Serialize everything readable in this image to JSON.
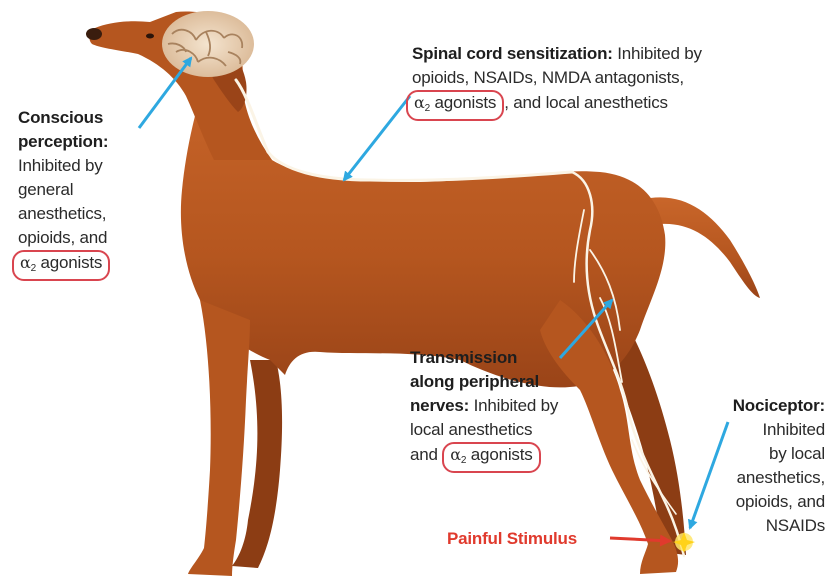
{
  "colors": {
    "coat": "#b5561f",
    "coat_dark": "#8c3d14",
    "coat_light": "#cf7a3e",
    "nerve": "#fbf4e6",
    "brain": "#e9d2b8",
    "arrow": "#2ea8e0",
    "circle": "#d9454f",
    "stimulus_text": "#e03a2d",
    "text": "#2b2b2b"
  },
  "labels": {
    "conscious": {
      "title_1": "Conscious",
      "title_2": "perception:",
      "line_1": "Inhibited by",
      "line_2": "general",
      "line_3": "anesthetics,",
      "line_4": "opioids, and",
      "alpha_symbol": "α",
      "alpha_sub": "2",
      "alpha_text": " agonists"
    },
    "spinal": {
      "title": "Spinal cord sensitization:",
      "line_1_rest": " Inhibited by",
      "line_2": "opioids, NSAIDs, NMDA antagonists,",
      "alpha_symbol": "α",
      "alpha_sub": "2",
      "alpha_text": " agonists",
      "line_3_rest": ", and local anesthetics"
    },
    "transmission": {
      "title_1": "Transmission",
      "title_2": "along peripheral",
      "title_3": "nerves:",
      "line_1_rest": " Inhibited by",
      "line_2": "local anesthetics",
      "line_3_start": "and ",
      "alpha_symbol": "α",
      "alpha_sub": "2",
      "alpha_text": " agonists"
    },
    "nociceptor": {
      "title": "Nociceptor:",
      "line_1": "Inhibited",
      "line_2": "by local",
      "line_3": "anesthetics,",
      "line_4": "opioids, and",
      "line_5": "NSAIDs"
    },
    "stimulus": "Painful Stimulus"
  }
}
